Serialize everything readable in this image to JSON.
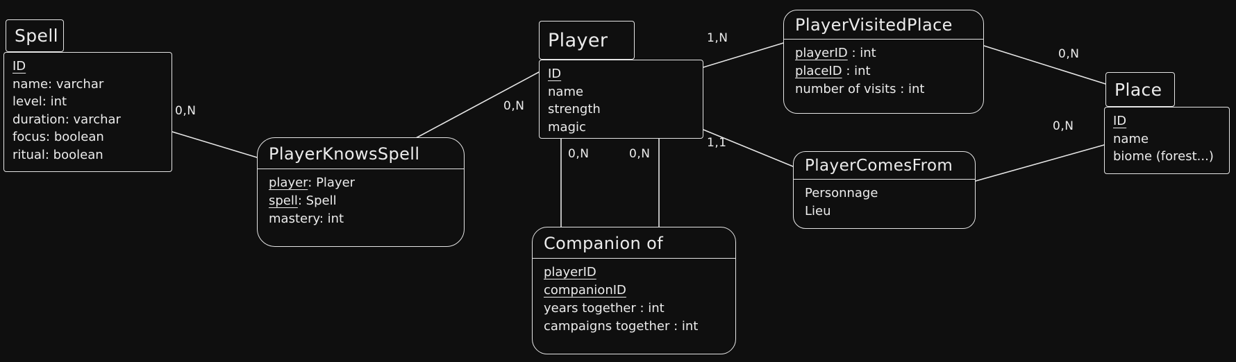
{
  "canvas": {
    "background": "#0f0f0f",
    "stroke": "#e6e6e6"
  },
  "entities": {
    "spell": {
      "title": "Spell",
      "attrs": [
        {
          "u": "ID"
        },
        {
          "t": "name: varchar"
        },
        {
          "t": "level: int"
        },
        {
          "t": "duration: varchar"
        },
        {
          "t": "focus: boolean"
        },
        {
          "t": "ritual: boolean"
        }
      ]
    },
    "player": {
      "title": "Player",
      "attrs": [
        {
          "u": "ID"
        },
        {
          "t": "name"
        },
        {
          "t": "strength"
        },
        {
          "t": "magic"
        }
      ]
    },
    "place": {
      "title": "Place",
      "attrs": [
        {
          "u": "ID"
        },
        {
          "t": "name"
        },
        {
          "t": "biome (forest...)"
        }
      ]
    }
  },
  "relations": {
    "playerKnowsSpell": {
      "title": "PlayerKnowsSpell",
      "attrs": [
        {
          "u": "player",
          "t": ": Player"
        },
        {
          "u": "spell",
          "t": ": Spell"
        },
        {
          "t": "mastery: int"
        }
      ]
    },
    "playerVisitedPlace": {
      "title": "PlayerVisitedPlace",
      "attrs": [
        {
          "u": "playerID",
          "t": " : int"
        },
        {
          "u": "placeID",
          "t": " : int"
        },
        {
          "t": "number of visits : int"
        }
      ]
    },
    "playerComesFrom": {
      "title": "PlayerComesFrom",
      "attrs": [
        {
          "t": "Personnage"
        },
        {
          "t": "Lieu"
        }
      ]
    },
    "companionOf": {
      "title": "Companion of",
      "attrs": [
        {
          "u": "playerID"
        },
        {
          "u": "companionID"
        },
        {
          "t": "years together : int"
        },
        {
          "t": "campaigns together : int"
        }
      ]
    }
  },
  "cardinalities": {
    "spell_knowsSpell": "0,N",
    "knowsSpell_player": "0,N",
    "player_visitedPlace": "1,N",
    "visitedPlace_place": "0,N",
    "player_comesFrom": "1,1",
    "comesFrom_place": "0,N",
    "player_companion_left": "0,N",
    "player_companion_right": "0,N"
  }
}
